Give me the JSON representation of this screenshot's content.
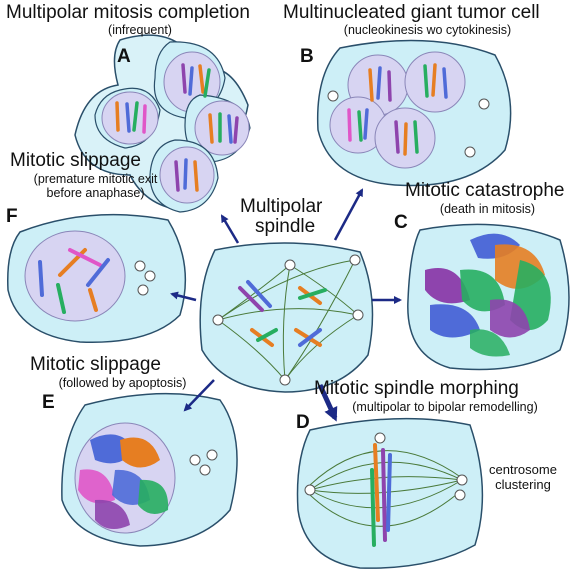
{
  "center": {
    "title_line1": "Multipolar",
    "title_line2": "spindle"
  },
  "panels": {
    "A": {
      "letter": "A",
      "title": "Multipolar mitosis completion",
      "subtitle": "(infrequent)"
    },
    "B": {
      "letter": "B",
      "title": "Multinucleated giant tumor cell",
      "subtitle": "(nucleokinesis wo cytokinesis)"
    },
    "C": {
      "letter": "C",
      "title": "Mitotic catastrophe",
      "subtitle": "(death in mitosis)"
    },
    "D": {
      "letter": "D",
      "title": "Mitotic spindle morphing",
      "subtitle": "(multipolar to bipolar remodelling)",
      "note_line1": "centrosome",
      "note_line2": "clustering"
    },
    "E": {
      "letter": "E",
      "title": "Mitotic slippage",
      "subtitle": "(followed by apoptosis)"
    },
    "F": {
      "letter": "F",
      "title": "Mitotic slippage",
      "subtitle_line1": "(premature mitotic exit",
      "subtitle_line2": "before anaphase)"
    }
  },
  "colors": {
    "cell_fill": "#cdeff7",
    "cell_stroke": "#2a4f6a",
    "nucleus_fill": "#d7d4f2",
    "nucleus_stroke": "#8a86b8",
    "arrow": "#1c2a86",
    "chromosomes": [
      "#4f6bd8",
      "#e67e22",
      "#8e44ad",
      "#27ae60",
      "#c0392b",
      "#e056c8"
    ]
  }
}
